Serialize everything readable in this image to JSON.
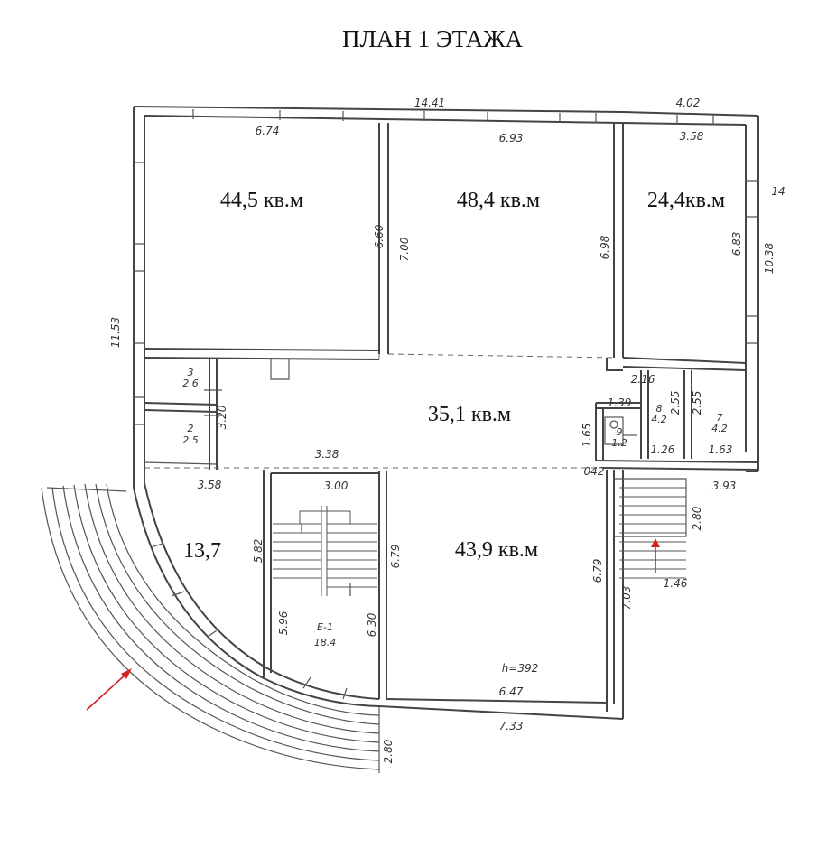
{
  "title": "ПЛАН 1 ЭТАЖА",
  "rooms": [
    {
      "label": "44,5 кв.м"
    },
    {
      "label": "48,4 кв.м"
    },
    {
      "label": "24,4кв.м"
    },
    {
      "label": "35,1 кв.м"
    },
    {
      "label": "13,7"
    },
    {
      "label": "43,9 кв.м"
    }
  ],
  "small_rooms": [
    {
      "number": "3",
      "area": "2.6"
    },
    {
      "number": "2",
      "area": "2.5"
    },
    {
      "number": "8",
      "area": "4.2"
    },
    {
      "number": "7",
      "area": "4.2"
    },
    {
      "number": "9",
      "area": "1.2"
    },
    {
      "number": "Е-1",
      "area": "18.4"
    }
  ],
  "dimensions": {
    "top_total": "14.41",
    "top_right": "4.02",
    "room1_width": "6.74",
    "room2_width": "6.93",
    "room3_width": "3.58",
    "room1_height": "6.60",
    "room2_left_height": "7.00",
    "room2_right_height": "6.98",
    "room3_height": "6.83",
    "right_total": "10.38",
    "left_total": "11.53",
    "corridor_width": "2.16",
    "hall_w1": "3.38",
    "hall_w2": "3.58",
    "stair_width": "3.00",
    "dim_320": "3.20",
    "dim_139": "1.39",
    "dim_165": "1.65",
    "dim_255a": "2.55",
    "dim_255b": "2.55",
    "dim_126": "1.26",
    "dim_163": "1.63",
    "dim_042": "042",
    "dim_393": "3.93",
    "dim_280_right": "2.80",
    "dim_146": "1.46",
    "stair_h1": "5.82",
    "stair_h2": "6.79",
    "room6_h": "6.79",
    "dim_703": "7.03",
    "stair_h3": "5.96",
    "stair_h4": "6.30",
    "ceiling": "h=392",
    "room6_width": "6.47",
    "bottom_total": "7.33",
    "dim_280_bottom": "2.80",
    "edge_note": "14"
  },
  "colors": {
    "walls": "#444444",
    "arrows": "#d42020",
    "text": "#111111"
  }
}
